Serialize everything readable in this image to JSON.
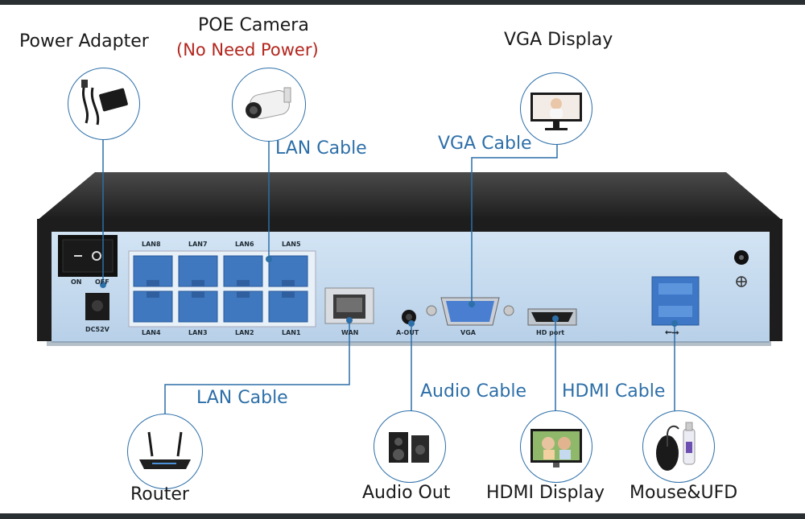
{
  "devices": {
    "power_adapter": "Power Adapter",
    "poe_camera": "POE Camera",
    "poe_note": "(No Need Power)",
    "vga_display": "VGA Display",
    "router": "Router",
    "audio_out": "Audio Out",
    "hdmi_display": "HDMI Display",
    "mouse_ufd": "Mouse&UFD"
  },
  "cables": {
    "lan_top": "LAN Cable",
    "vga": "VGA Cable",
    "lan_bottom": "LAN Cable",
    "audio": "Audio Cable",
    "hdmi": "HDMI Cable"
  },
  "ports": {
    "on": "ON",
    "off": "OFF",
    "dc": "DC52V",
    "lan_top": [
      "LAN8",
      "LAN7",
      "LAN6",
      "LAN5"
    ],
    "lan_bottom": [
      "LAN4",
      "LAN3",
      "LAN2",
      "LAN1"
    ],
    "wan": "WAN",
    "aout": "A-OUT",
    "vga": "VGA",
    "hdport": "HD port"
  },
  "colors": {
    "panel": "#c7dcef",
    "chassis": "#2b2b2b",
    "port_blue": "#3f78bf",
    "line": "#2d6fa8",
    "label_red": "#b3261e"
  }
}
